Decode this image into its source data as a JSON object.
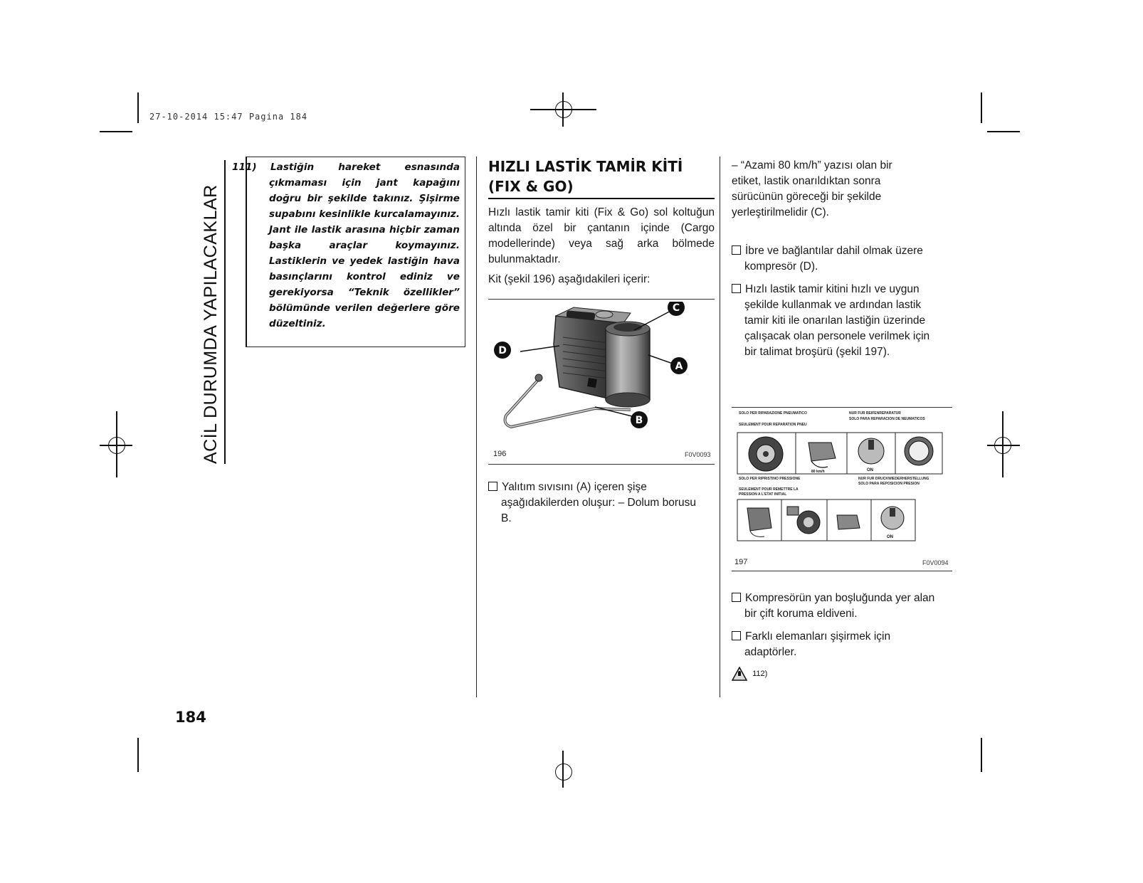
{
  "header": {
    "stamp": "27-10-2014 15:47 Pagina 184"
  },
  "sidebar": {
    "section_title": "ACİL DURUMDA YAPILACAKLAR"
  },
  "page_number": "184",
  "warning": {
    "number": "111)",
    "text": "Lastiğin hareket esnasında çıkmaması için jant kapağını doğru bir şekilde takınız. Şişirme supabını kesinlikle kurcalamayınız. Jant ile lastik arasına hiçbir zaman başka araçlar koymayınız. Lastiklerin ve yedek lastiğin hava basınçlarını kontrol ediniz ve gerekiyorsa “Teknik özellikler” bölümünde verilen değerlere göre düzeltiniz."
  },
  "section": {
    "heading_line1": "HIZLI LASTİK TAMİR KİTİ",
    "heading_line2": "(FIX & GO)",
    "intro": "Hızlı lastik tamir kiti (Fix & Go) sol koltuğun altında özel bir çantanın içinde (Cargo modellerinde) veya sağ arka bölmede bulunmaktadır.",
    "contents_intro": "Kit (şekil 196) aşağıdakileri içerir:",
    "item_a": "Yalıtım sıvısını (A) içeren şişe aşağıdakilerden oluşur: – Dolum borusu B."
  },
  "figure196": {
    "number": "196",
    "code": "F0V0093",
    "labels": {
      "a": "A",
      "b": "B",
      "c": "C",
      "d": "D"
    }
  },
  "right_column": {
    "label_item": "– “Azami 80 km/h” yazısı olan bir etiket, lastik onarıldıktan sonra sürücünün göreceği bir şekilde yerleştirilmelidir (C).",
    "item_compressor": "İbre ve bağlantılar dahil olmak üzere kompresör (D).",
    "item_brochure": "Hızlı lastik tamir kitini hızlı ve uygun şekilde kullanmak ve ardından lastik tamir kiti ile onarılan lastiğin üzerinde çalışacak olan personele verilmek için bir talimat broşürü (şekil 197).",
    "item_gloves": "Kompresörün yan boşluğunda yer alan bir çift koruma eldiveni.",
    "item_adapters": "Farklı elemanları şişirmek için adaptörler.",
    "warning_ref": "112)"
  },
  "figure197": {
    "number": "197",
    "code": "F0V0094",
    "top_left_line1": "SOLO PER RIPARAZIONE PNEUMATICO",
    "top_left_line3": "SEULEMENT POUR REPARATION PNEU",
    "top_right_line1": "NUR FUR REIFENREPARATUR",
    "top_right_line2": "SOLO PARA REPARACION DE NEUMATICOS",
    "bottom_left_line1": "SOLO PER RIPRISTINO PRESSIONE",
    "bottom_left_line3": "SEULEMENT POUR REMETTRE LA",
    "bottom_left_line4": "PRESSION A L'ETAT INITIAL",
    "bottom_right_line1": "NUR FUR DRUCKWIEDERHERSTELLUNG",
    "bottom_right_line2": "SOLO PARA REPOSICION PRESION",
    "on_label": "ON",
    "speed_label": "80 km/h"
  }
}
